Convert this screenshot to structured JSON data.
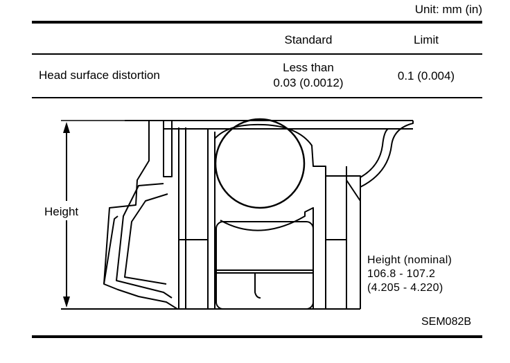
{
  "header": {
    "unit": "Unit: mm (in)"
  },
  "table": {
    "columns": [
      "Standard",
      "Limit"
    ],
    "rows": [
      {
        "label": "Head surface distortion",
        "standard_line1": "Less than",
        "standard_line2": "0.03 (0.0012)",
        "limit": "0.1 (0.004)"
      }
    ]
  },
  "diagram": {
    "height_label": "Height",
    "nominal_title": "Height (nominal)",
    "nominal_mm": "106.8 - 107.2",
    "nominal_in": "(4.205 - 4.220)",
    "figure_code": "SEM082B"
  }
}
